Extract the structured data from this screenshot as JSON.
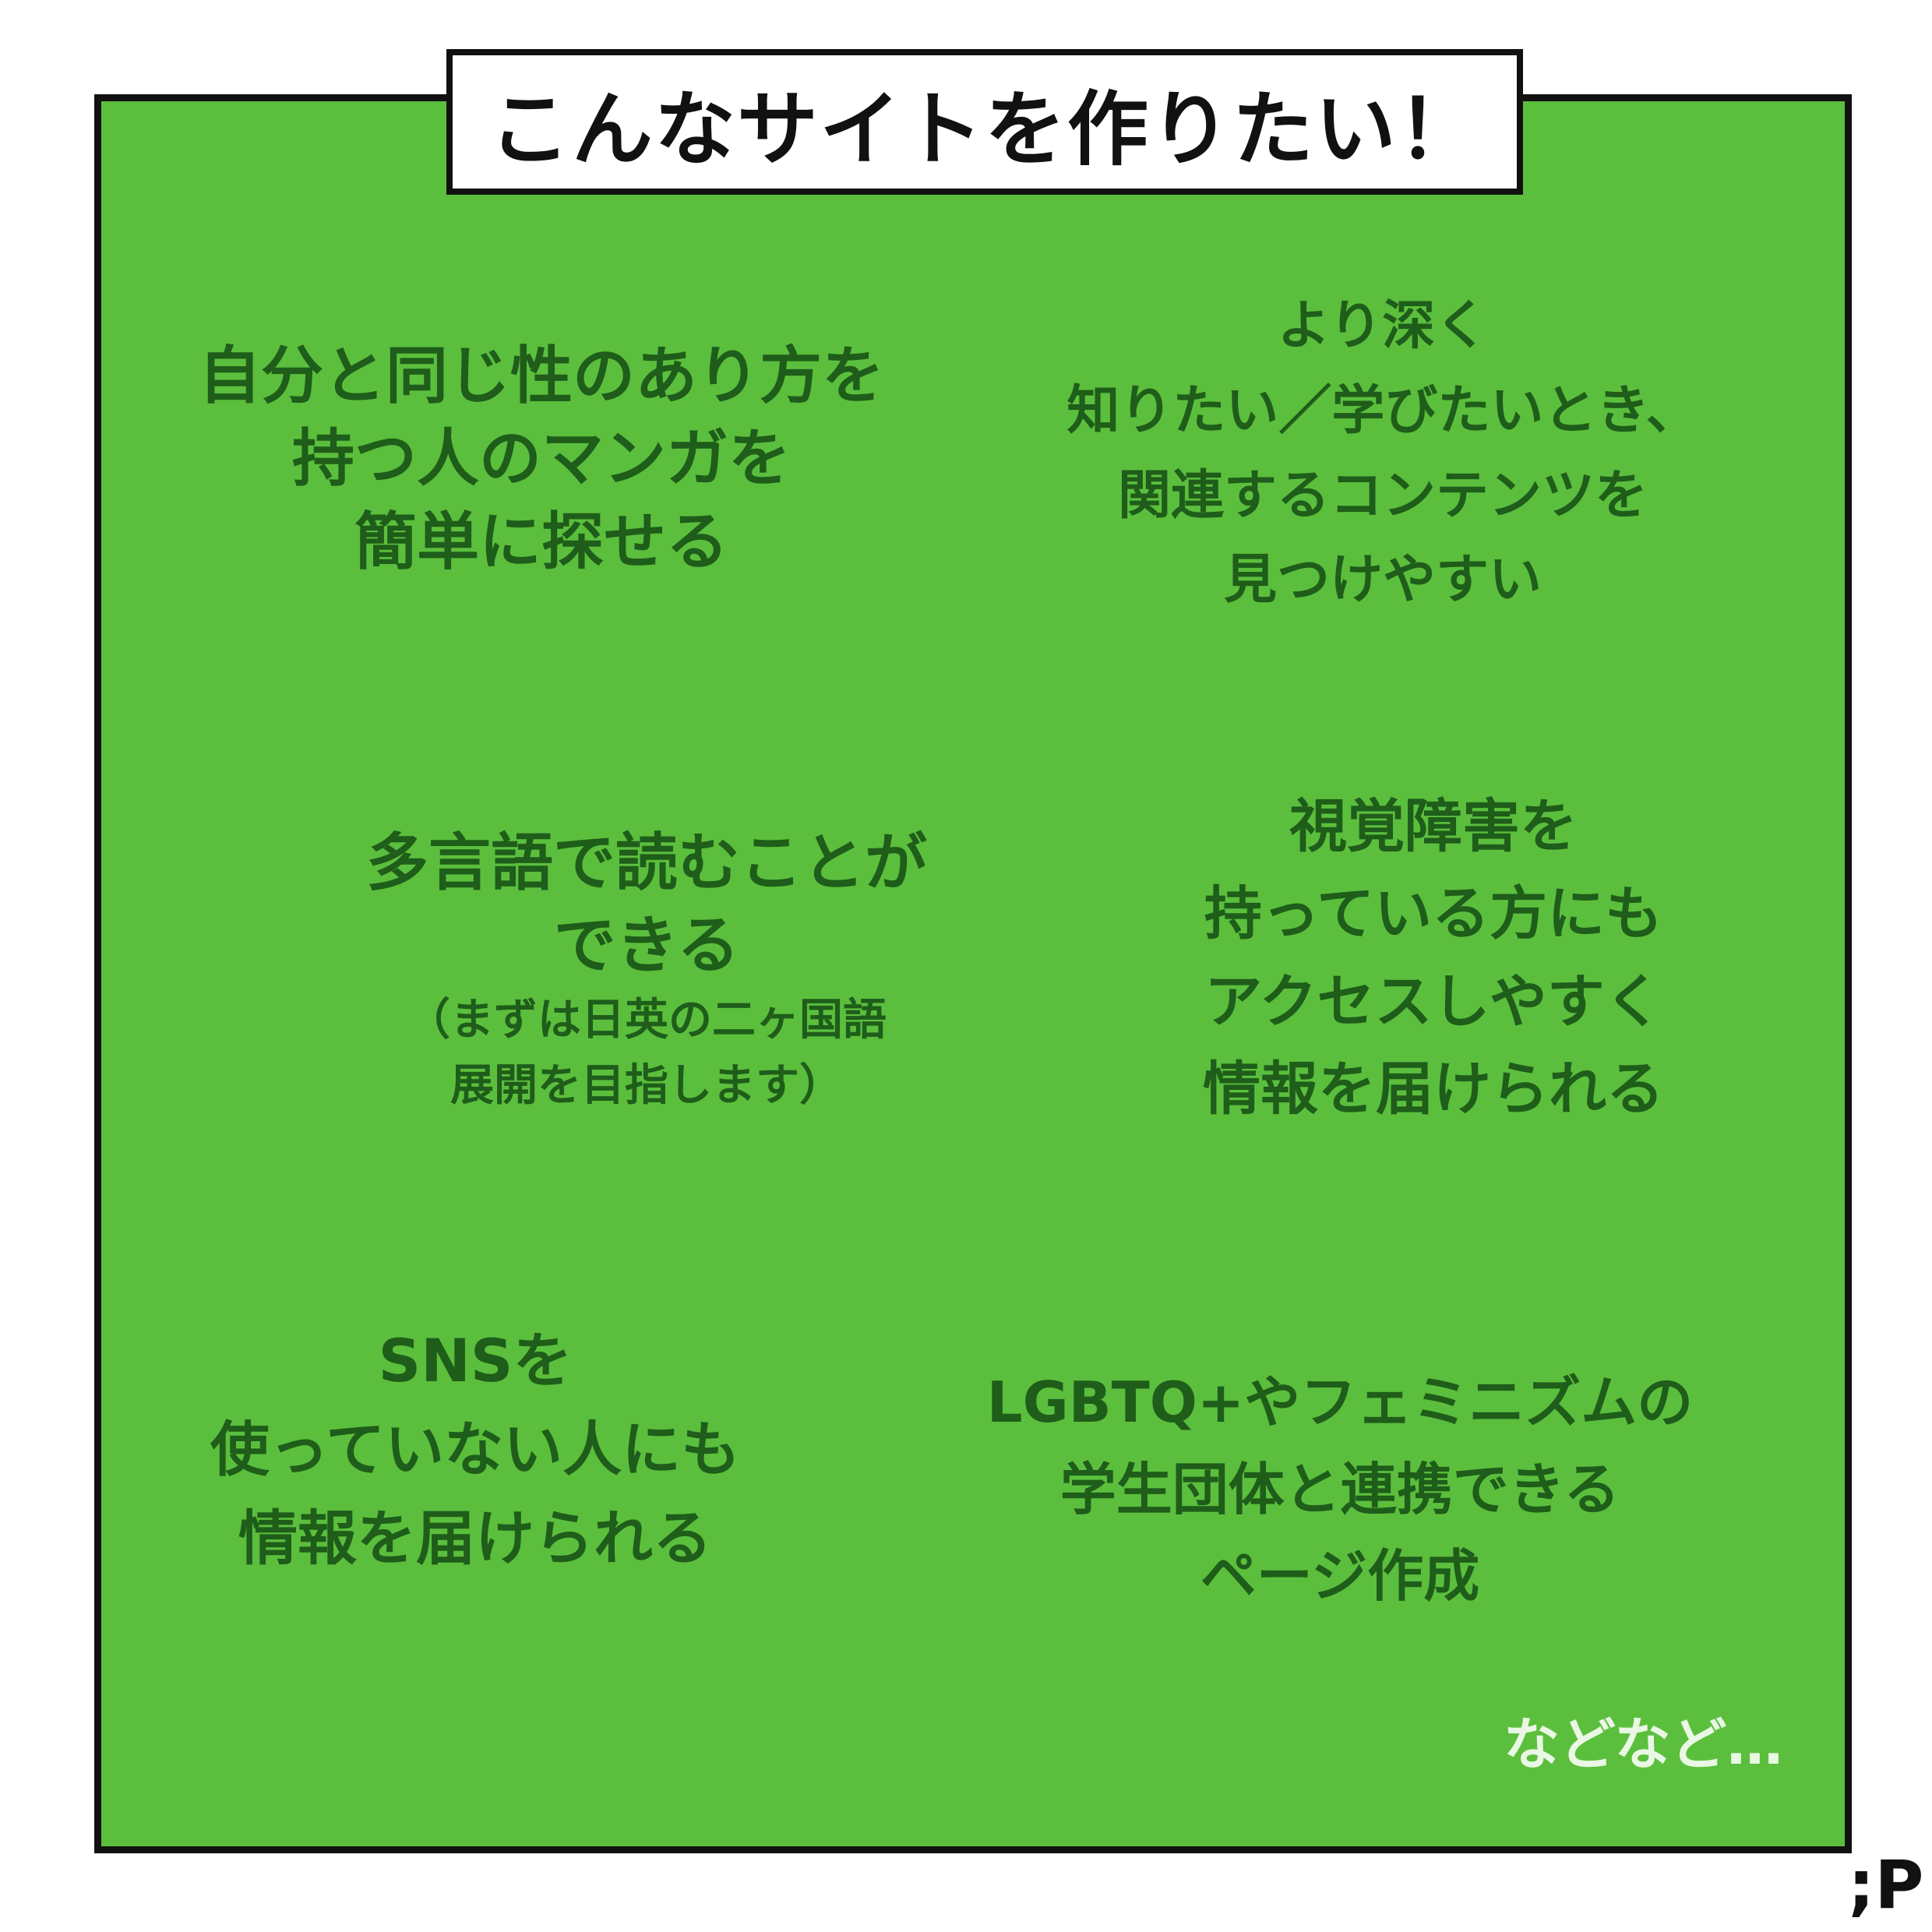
{
  "title": "こんなサイトを作りたい！",
  "bubbles": {
    "b1": [
      "自分と同じ性のあり方を",
      "持つ人のマンガを",
      "簡単に探せる"
    ],
    "b2": [
      "より深く",
      "知りたい／学びたいとき、",
      "関連するコンテンツを",
      "見つけやすい"
    ],
    "b3": [
      "多言語で読むことが",
      "できる"
    ],
    "b3_note": [
      "（まずは日英の二ヶ国語",
      "展開を目指します）"
    ],
    "b4": [
      "視覚障害を",
      "持っている方にも",
      "アクセスしやすく",
      "情報を届けられる"
    ],
    "b5": [
      "SNSを",
      "使っていない人にも",
      "情報を届けられる"
    ],
    "b6": [
      "LGBTQ+やフェミニズムの",
      "学生団体と連携できる",
      "ページ作成"
    ]
  },
  "etc": "などなど…",
  "signature": ";P",
  "colors": {
    "background_green": "#5bbf3d",
    "bubble_fill": "#e6f4df",
    "text_green": "#1f5d1a",
    "border": "#111111"
  },
  "icons": [
    "speech-bubble-icon",
    "person-long-hair-icon",
    "person-cap-icon",
    "person-short-hair-icon"
  ]
}
